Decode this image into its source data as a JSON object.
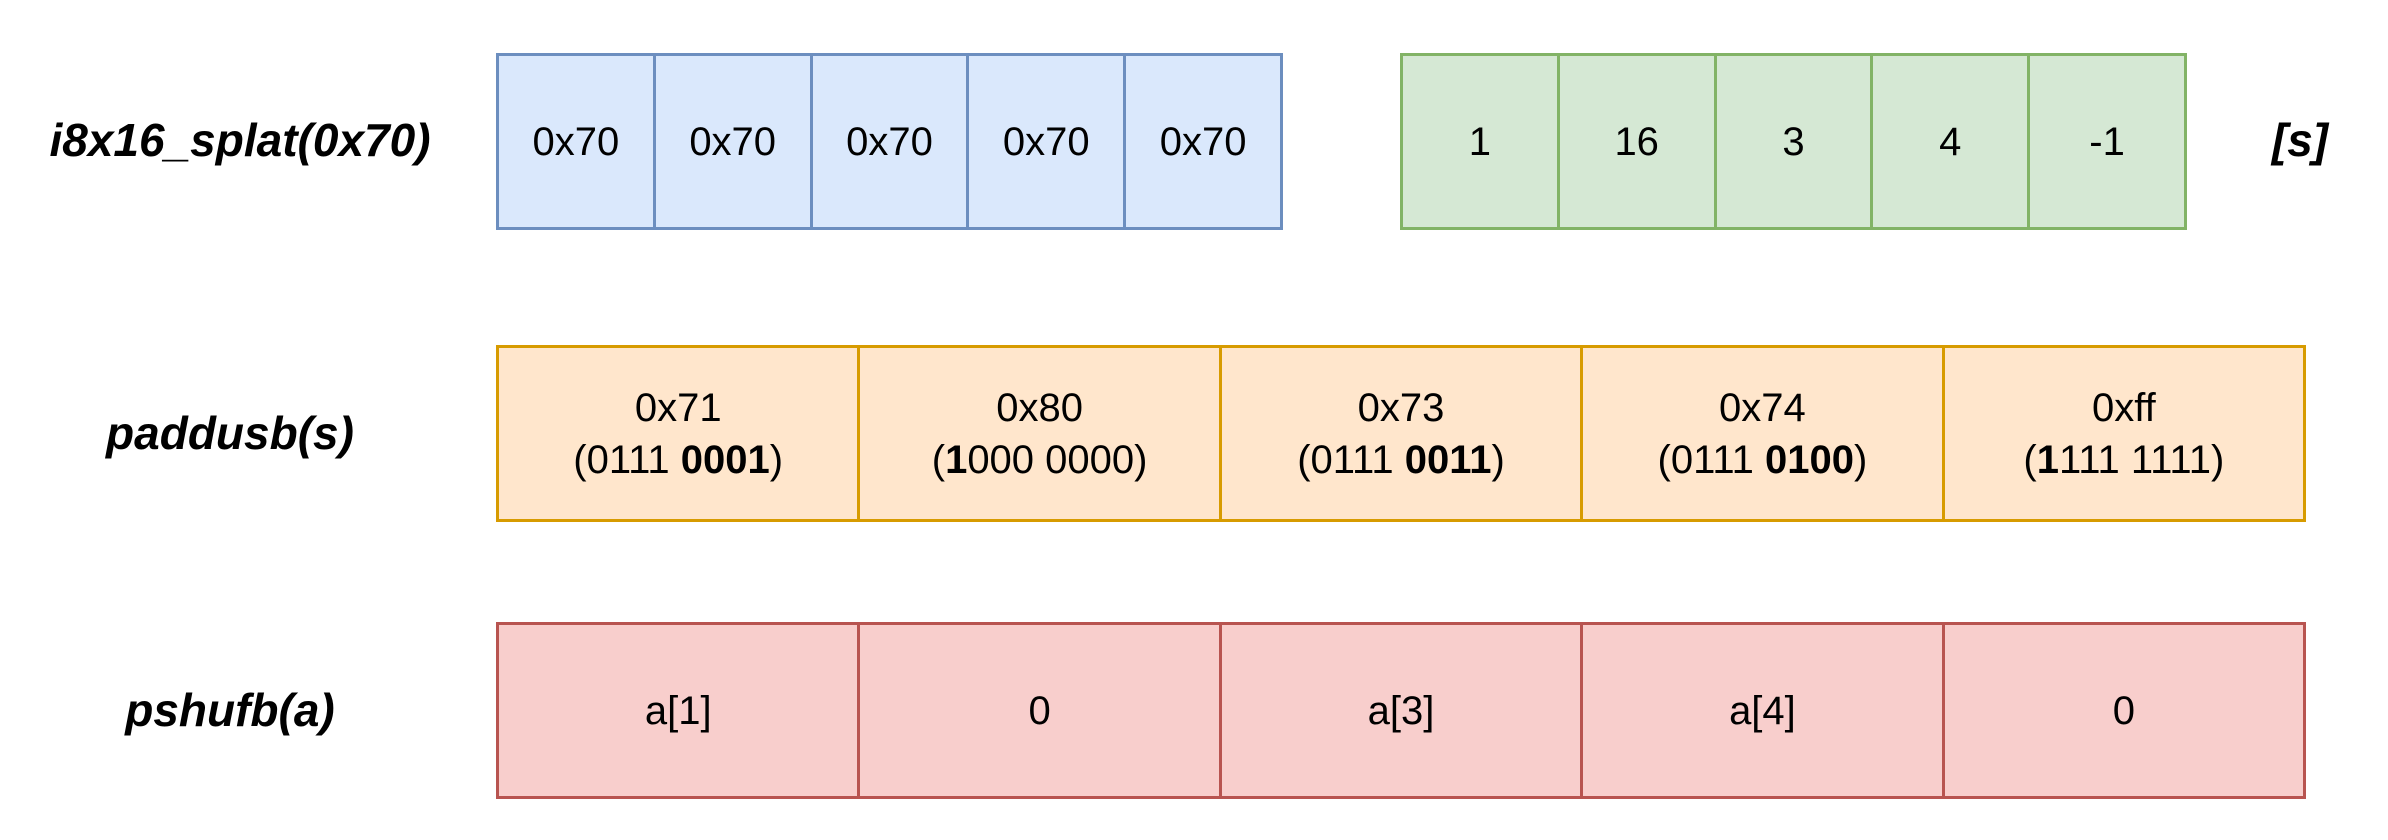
{
  "labels": {
    "splat": "i8x16_splat(0x70)",
    "s": "[s]",
    "paddusb": "paddusb(s)",
    "pshufb": "pshufb(a)"
  },
  "splat_cells": [
    "0x70",
    "0x70",
    "0x70",
    "0x70",
    "0x70"
  ],
  "s_cells": [
    "1",
    "16",
    "3",
    "4",
    "-1"
  ],
  "paddusb_cells": [
    {
      "hex": "0x71",
      "open": "(",
      "bin_plain": "0111 ",
      "bin_bold": "0001",
      "bin_rest": "",
      "close": ")"
    },
    {
      "hex": "0x80",
      "open": "(",
      "bin_plain": "",
      "bin_bold": "1",
      "bin_rest": "000 0000",
      "close": ")"
    },
    {
      "hex": "0x73",
      "open": "(",
      "bin_plain": "0111 ",
      "bin_bold": "0011",
      "bin_rest": "",
      "close": ")"
    },
    {
      "hex": "0x74",
      "open": "(",
      "bin_plain": "0111 ",
      "bin_bold": "0100",
      "bin_rest": "",
      "close": ")"
    },
    {
      "hex": "0xff",
      "open": "(",
      "bin_plain": "",
      "bin_bold": "1",
      "bin_rest": "111 1111",
      "close": ")"
    }
  ],
  "pshufb_cells": [
    "a[1]",
    "0",
    "a[3]",
    "a[4]",
    "0"
  ],
  "colors": {
    "blue_fill": "#dae8fc",
    "blue_stroke": "#6c8ebf",
    "green_fill": "#d5e8d4",
    "green_stroke": "#82b366",
    "orange_fill": "#ffe6cc",
    "orange_stroke": "#d79b00",
    "red_fill": "#f8cecc",
    "red_stroke": "#b85450"
  }
}
